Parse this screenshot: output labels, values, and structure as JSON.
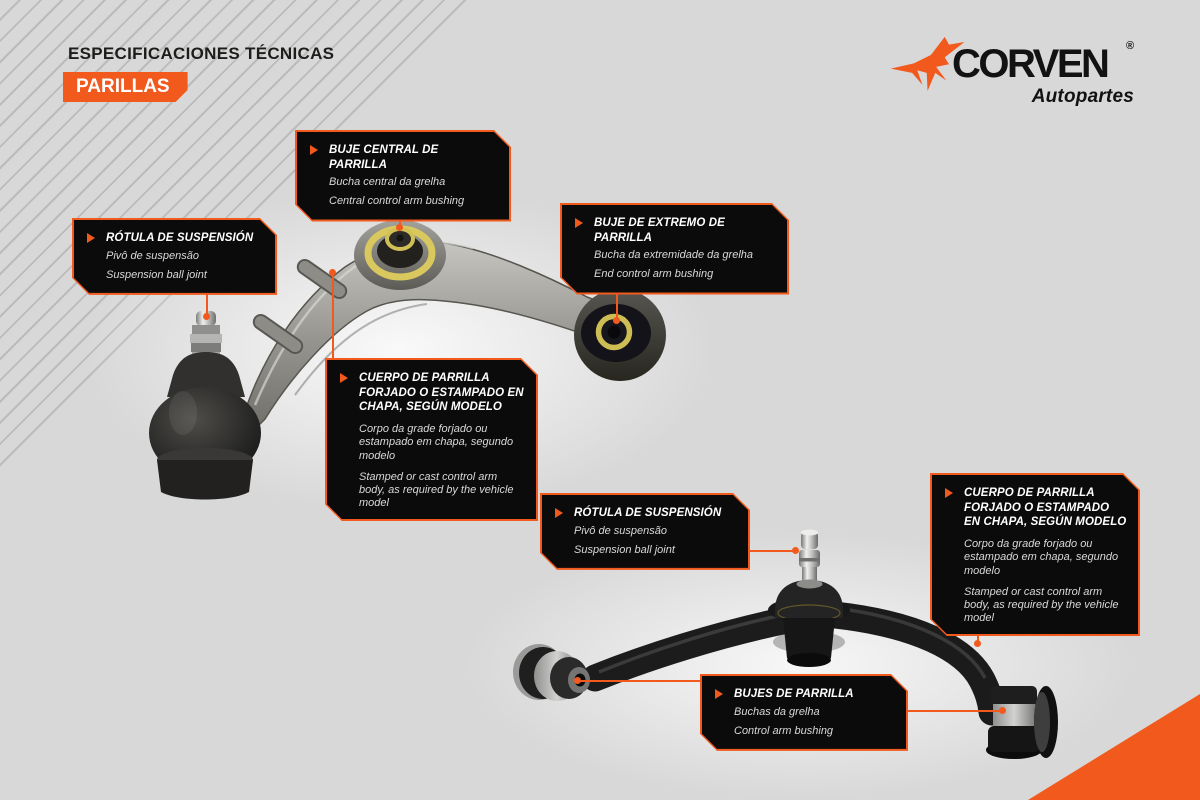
{
  "header": {
    "title": "ESPECIFICACIONES TÉCNICAS",
    "badge": "PARILLAS"
  },
  "logo": {
    "brand": "CORVEN",
    "registered": "®",
    "tagline": "Autopartes"
  },
  "colors": {
    "accent": "#f2591d",
    "bg": "#d8d8d8",
    "box": "#0b0b0b",
    "gold_ring": "#d0c055"
  },
  "icons": {
    "logo_mark": "kangaroo",
    "callout_bullet": "arrow-right-triangle"
  },
  "callouts": [
    {
      "title": "BUJE CENTRAL DE PARRILLA",
      "pt": "Bucha central da grelha",
      "en": "Central control arm bushing"
    },
    {
      "title": "RÓTULA DE SUSPENSIÓN",
      "pt": "Pivô de suspensão",
      "en": "Suspension ball joint"
    },
    {
      "title": "BUJE DE EXTREMO DE PARRILLA",
      "pt": "Bucha da extremidade da grelha",
      "en": "End control arm bushing"
    },
    {
      "title": "CUERPO DE PARRILLA FORJADO O ESTAMPADO EN CHAPA, SEGÚN MODELO",
      "pt": "Corpo da grade forjado ou estampado em chapa, segundo modelo",
      "en": "Stamped or cast control arm body, as required by the vehicle model"
    },
    {
      "title": "RÓTULA DE SUSPENSIÓN",
      "pt": "Pivô de suspensão",
      "en": "Suspension ball joint"
    },
    {
      "title": "CUERPO DE PARRILLA FORJADO O ESTAMPADO EN CHAPA, SEGÚN MODELO",
      "pt": "Corpo da grade forjado ou estampado em chapa, segundo modelo",
      "en": "Stamped or cast control arm body, as required by the vehicle model"
    },
    {
      "title": "BUJES DE PARRILLA",
      "pt": "Buchas da grelha",
      "en": "Control arm bushing"
    }
  ]
}
